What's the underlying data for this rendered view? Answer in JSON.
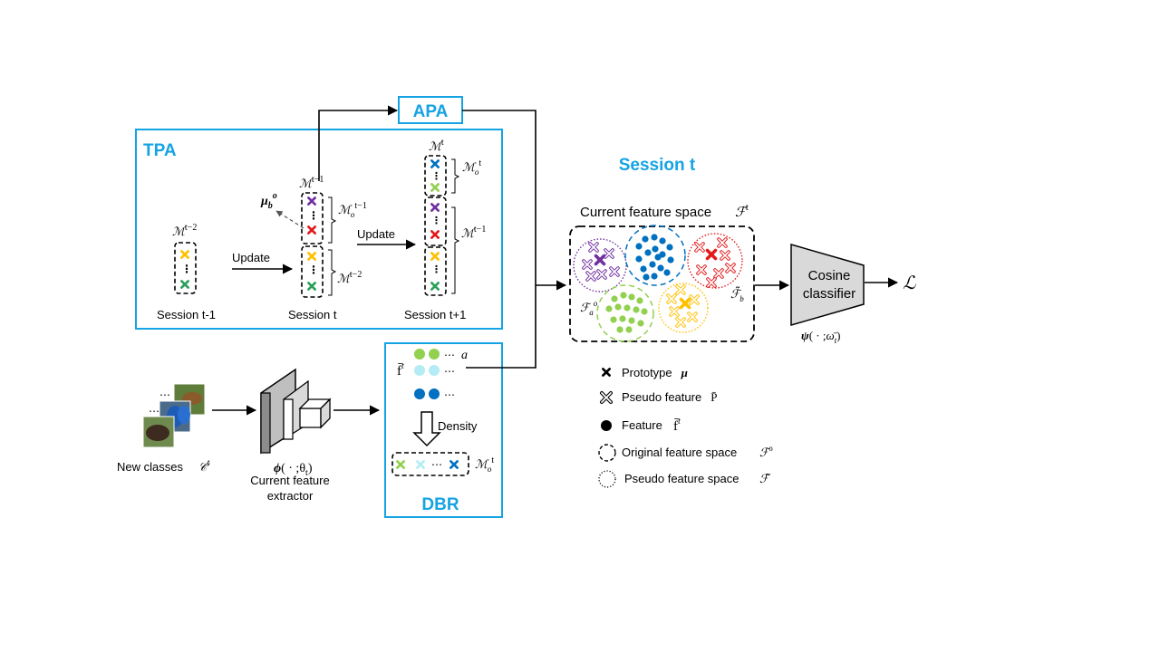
{
  "tpa": {
    "title": "TPA",
    "session_prev_label": "Session t-1",
    "session_cur_label": "Session t",
    "session_next_label": "Session t+1",
    "update_label_1": "Update",
    "update_label_2": "Update",
    "mem_t2": "ℳt−2",
    "mem_t1": "ℳt−1",
    "mem_t": "ℳt",
    "mem_ot1": "ℳot−1",
    "mem_t2_brace": "ℳt−2",
    "mem_ot": "ℳot",
    "mem_t1_brace": "ℳt−1",
    "mu_b": "μbo"
  },
  "apa": {
    "title": "APA"
  },
  "dbr": {
    "title": "DBR",
    "feat_label": "f̄t",
    "a_label": "a",
    "density_label": "Density",
    "mem_label": "ℳot",
    "dots_row": "⋯"
  },
  "left": {
    "new_classes_label": "New classes",
    "classes_symbol": "𝒞t",
    "extractor_line1": "Current feature",
    "extractor_line2": "extractor",
    "phi_label": "ϕ( · ;θt)",
    "stack_dots": "⋯"
  },
  "session": {
    "title": "Session t",
    "feature_space_label": "Current feature space",
    "feature_space_symbol": "ℱt",
    "fa_label": "ℱao",
    "fb_label": "ℱ̃b"
  },
  "classifier": {
    "line1": "Cosine",
    "line2": "classifier",
    "psi_label": "ψ( · ;ω̄t)",
    "loss": "ℒ"
  },
  "legend": {
    "items": [
      {
        "label": "Prototype",
        "symbol": "μ"
      },
      {
        "label": "Pseudo feature",
        "symbol": "P̄"
      },
      {
        "label": "Feature",
        "symbol": "f̄t"
      },
      {
        "label": "Original feature space",
        "symbol": "ℱo"
      },
      {
        "label": "Pseudo feature space",
        "symbol": "ℱ̃"
      }
    ]
  },
  "colors": {
    "accent_blue": "#16a3e3",
    "purple": "#7030a0",
    "red": "#e31a1c",
    "yellow": "#ffc000",
    "green": "#2ca05a",
    "light_green": "#92d050",
    "dark_blue": "#0070c0",
    "light_cyan": "#b4ecf5"
  }
}
